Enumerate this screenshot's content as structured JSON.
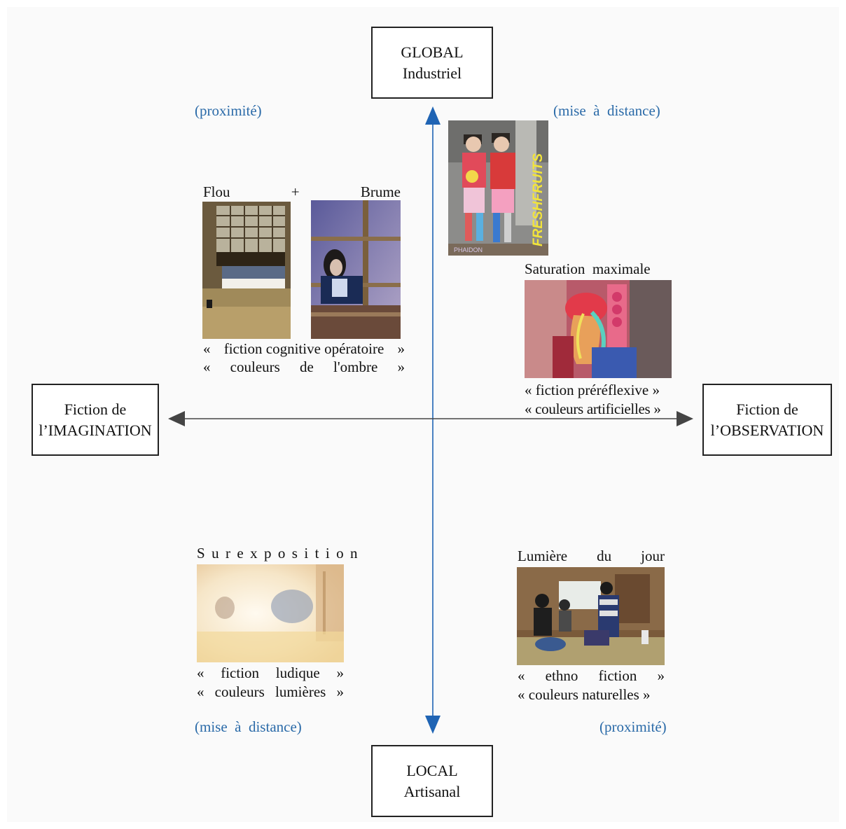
{
  "axes": {
    "top": {
      "line1": "GLOBAL",
      "line2": "Industriel"
    },
    "bottom": {
      "line1": "LOCAL",
      "line2": "Artisanal"
    },
    "left": {
      "line1": "Fiction de",
      "line2": "l’IMAGINATION"
    },
    "right": {
      "line1": "Fiction de",
      "line2": "l’OBSERVATION"
    }
  },
  "quadrant_notes": {
    "top_left": "(proximité)",
    "top_right": "(mise  à  distance)",
    "bottom_left": "(mise  à  distance)",
    "bottom_right": "(proximité)"
  },
  "top_left": {
    "caption_left": "Flou",
    "caption_plus": "+",
    "caption_right": "Brume",
    "line1": [
      "«",
      "fiction cognitive opératoire",
      "»"
    ],
    "line2": [
      "«",
      "couleurs",
      "de",
      "l'ombre",
      "»"
    ]
  },
  "top_right": {
    "book_title": "FRESHFRUITS",
    "book_publisher": "PHAIDON",
    "caption": "Saturation  maximale",
    "line1": "« fiction préréflexive »",
    "line2": "« couleurs artificielles »"
  },
  "bottom_left": {
    "caption": "Surexposition",
    "line1": [
      "«",
      "fiction",
      "ludique",
      "»"
    ],
    "line2": [
      "«",
      "couleurs",
      "lumières",
      "»"
    ]
  },
  "bottom_right": {
    "caption": [
      "Lumière",
      "du",
      "jour"
    ],
    "line1": [
      "«",
      "ethno",
      "fiction",
      "»"
    ],
    "line2": "« couleurs naturelles »"
  },
  "colors": {
    "vertical_axis": "#1f64b4",
    "horizontal_axis": "#444444",
    "note_text": "#2a6aa8"
  }
}
